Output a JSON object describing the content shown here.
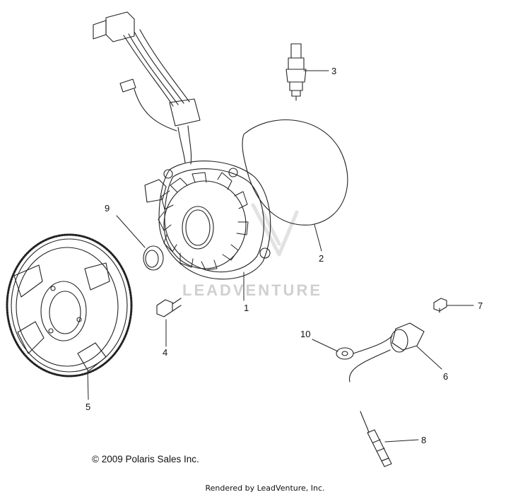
{
  "diagram": {
    "callouts": {
      "c1": "1",
      "c2": "2",
      "c3": "3",
      "c4": "4",
      "c5": "5",
      "c6": "6",
      "c7": "7",
      "c8": "8",
      "c9": "9",
      "c10": "10"
    },
    "watermark": "LEADVENTURE",
    "copyright": "© 2009 Polaris Sales Inc.",
    "rendered_by": "Rendered by LeadVenture, Inc."
  }
}
